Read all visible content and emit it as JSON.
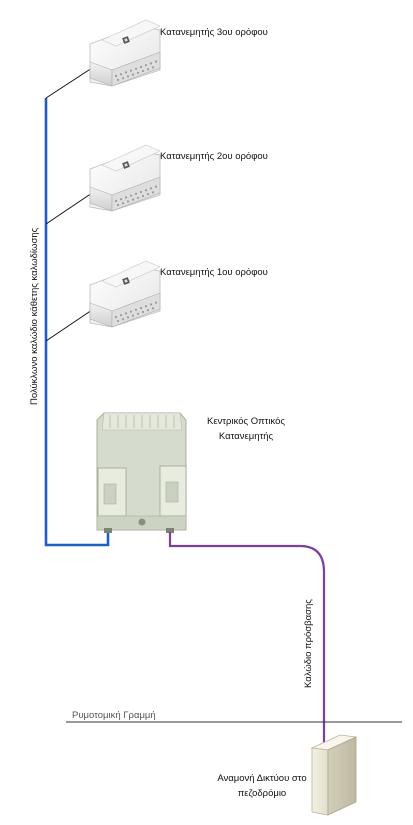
{
  "distributors": [
    {
      "label": "Κατανεμητής 3ου ορόφου"
    },
    {
      "label": "Κατανεμητής 2ου ορόφου"
    },
    {
      "label": "Κατανεμητής 1ου ορόφου"
    }
  ],
  "central_distributor": {
    "label_line1": "Κεντρικός Οπτικός",
    "label_line2": "Κατανεμητής"
  },
  "vertical_cable_label": "Πολύκλωνο καλώδιο κάθετης καλωδίωσης",
  "access_cable_label": "Καλώδιο πρόσβασης",
  "building_line_label": "Ρυμοτομική Γραμμή",
  "sidewalk_box": {
    "label_line1": "Αναμονή Δικτύου στο",
    "label_line2": "πεζοδρόμιο"
  },
  "colors": {
    "vertical_cable": "#1f5fbf",
    "access_cable": "#7b3fa0",
    "distributor_link": "#111111",
    "building_line": "#333333"
  }
}
